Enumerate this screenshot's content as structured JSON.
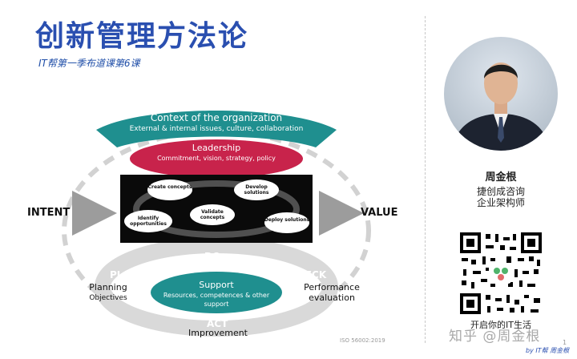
{
  "header": {
    "title": "创新管理方法论",
    "subtitle": "IT帮第一季布道课第6课"
  },
  "diagram": {
    "context": {
      "title": "Context of the organization",
      "subtitle": "External & internal issues, culture, collaboration"
    },
    "leadership": {
      "title": "Leadership",
      "subtitle": "Commitment, vision, strategy, policy"
    },
    "intent": "INTENT",
    "value": "VALUE",
    "inner_cycle": {
      "create": "Create concepts",
      "develop": "Develop solutions",
      "identify": "Identify opportunities",
      "validate": "Validate concepts",
      "deploy": "Deploy solutions"
    },
    "pdca": {
      "do": "DO",
      "plan": "PLAN",
      "check": "CHECK",
      "act": "ACT"
    },
    "planning": "Planning",
    "objectives": "Objectives",
    "performance": "Performance evaluation",
    "improvement": "Improvement",
    "support": {
      "title": "Support",
      "subtitle": "Resources, competences & other support"
    },
    "iso_ref": "ISO 56002:2019"
  },
  "profile": {
    "name": "周金根",
    "role_line1": "捷创成咨询",
    "role_line2": "企业架构师",
    "qr_caption": "开启你的IT生活",
    "watermark": "知乎 @周金根"
  },
  "footer": {
    "credit": "by IT帮 周金根",
    "page": "1"
  },
  "colors": {
    "title_blue": "#2a4fb0",
    "teal": "#1f8f8f",
    "crimson": "#c8234b",
    "gray_ring": "#dcdcdc"
  }
}
